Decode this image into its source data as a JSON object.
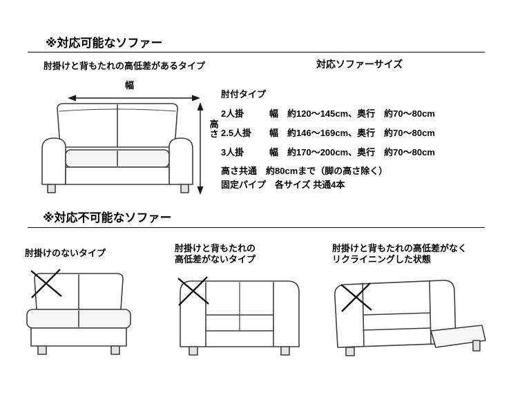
{
  "colors": {
    "background": "#ffffff",
    "text": "#000000",
    "rule_line": "#000000",
    "sketch_stroke": "#3c3c3c",
    "x_mark": "#111111"
  },
  "icons": {
    "x_mark_icon": "✕",
    "width_arrow_icon": "↔",
    "height_arrow_icon": "↕"
  },
  "compatible": {
    "title": "※対応可能なソファー",
    "type_label": "肘掛けと背もたれの高低差があるタイプ",
    "width_label": "幅",
    "height_label": "高さ",
    "sizes_heading": "対応ソファーサイズ",
    "armrest_type_label": "肘付タイプ",
    "size_rows": [
      {
        "seat": "2人掛",
        "spec": "幅　約120～145cm、奥行　約70～80cm"
      },
      {
        "seat": "2.5人掛",
        "spec": "幅　約146～169cm、奥行　約70～80cm"
      },
      {
        "seat": "3人掛",
        "spec": "幅　約170～200cm、奥行　約70～80cm"
      }
    ],
    "height_note": "高さ共通　約80cmまで（脚の高さ除く）",
    "pipe_note": "固定パイプ　各サイズ 共通4本"
  },
  "incompatible": {
    "title": "※対応不可能なソファー",
    "items": [
      {
        "lines": [
          "肘掛けのないタイプ"
        ]
      },
      {
        "lines": [
          "肘掛けと背もたれの",
          "高低差がないタイプ"
        ]
      },
      {
        "lines": [
          "肘掛けと背もたれの高低差がなく",
          "リクライニングした状態"
        ]
      }
    ]
  }
}
